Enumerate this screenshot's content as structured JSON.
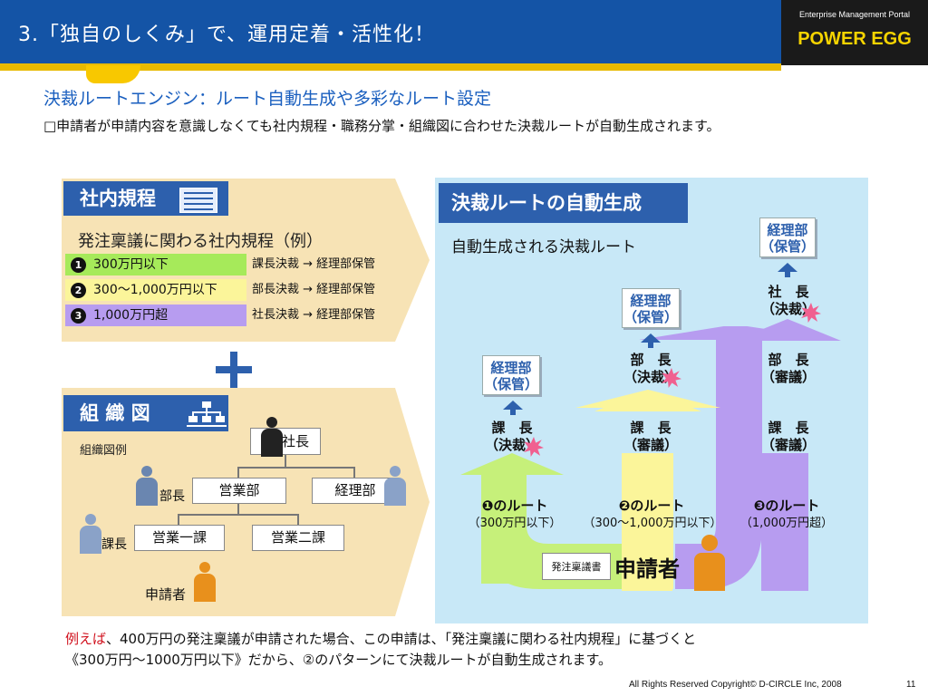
{
  "header": {
    "title": "3.「独自のしくみ」で、運用定着・活性化！",
    "logo_sub": "Enterprise Management Portal",
    "logo_main": "POWER EGG"
  },
  "subtitle": "決裁ルートエンジン：ルート自動生成や多彩なルート設定",
  "description": "□申請者が申請内容を意識しなくても社内規程・職務分掌・組織図に合わせた決裁ルートが自動生成されます。",
  "rules_panel": {
    "tab_label": "社内規程",
    "heading": "発注稟議に関わる社内規程（例）",
    "rows": [
      {
        "num": "1",
        "label": "300万円以下",
        "action": "課長決裁 → 経理部保管",
        "color": "#a6ea5a"
      },
      {
        "num": "2",
        "label": "300～1,000万円以下",
        "action": "部長決裁 → 経理部保管",
        "color": "#fbf59a"
      },
      {
        "num": "3",
        "label": "1,000万円超",
        "action": "社長決裁 → 経理部保管",
        "color": "#b79cf0"
      }
    ]
  },
  "org_panel": {
    "tab_label": "組 織 図",
    "example_label": "組織図例",
    "boxes": {
      "president": "社長",
      "sales_dept": "営業部",
      "accounting_dept": "経理部",
      "sales_sec1": "営業一課",
      "sales_sec2": "営業二課"
    },
    "labels": {
      "manager": "部長",
      "section_chief": "課長",
      "applicant": "申請者"
    }
  },
  "route_panel": {
    "tab_label": "決裁ルートの自動生成",
    "sub_label": "自動生成される決裁ルート",
    "routes": [
      {
        "name": "❶のルート",
        "range": "（300万円以下）"
      },
      {
        "name": "❷のルート",
        "range": "（300～1,000万円以下）"
      },
      {
        "name": "❸のルート",
        "range": "（1,000万円超）"
      }
    ],
    "acct_box_line1": "経理部",
    "acct_box_line2": "（保管）",
    "roles": {
      "section_chief": "課　長",
      "manager": "部　長",
      "president": "社　長",
      "approve": "（決裁）",
      "review": "（審議）"
    },
    "doc_label": "発注稟議書",
    "applicant": "申請者"
  },
  "bottom": {
    "prefix": "例えば",
    "line1": "、400万円の発注稟議が申請された場合、この申請は、「発注稟議に関わる社内規程」に基づくと",
    "line2": "《300万円～1000万円以下》だから、②のパターンにて決裁ルートが自動生成されます。"
  },
  "footer": {
    "copyright": "All Rights Reserved Copyright© D-CIRCLE  Inc, 2008",
    "page": "11"
  },
  "colors": {
    "header_blue": "#1454a6",
    "tab_blue": "#2d60ad",
    "route1": "#c6f07a",
    "route2": "#fbf59a",
    "route3": "#b79cf0"
  }
}
